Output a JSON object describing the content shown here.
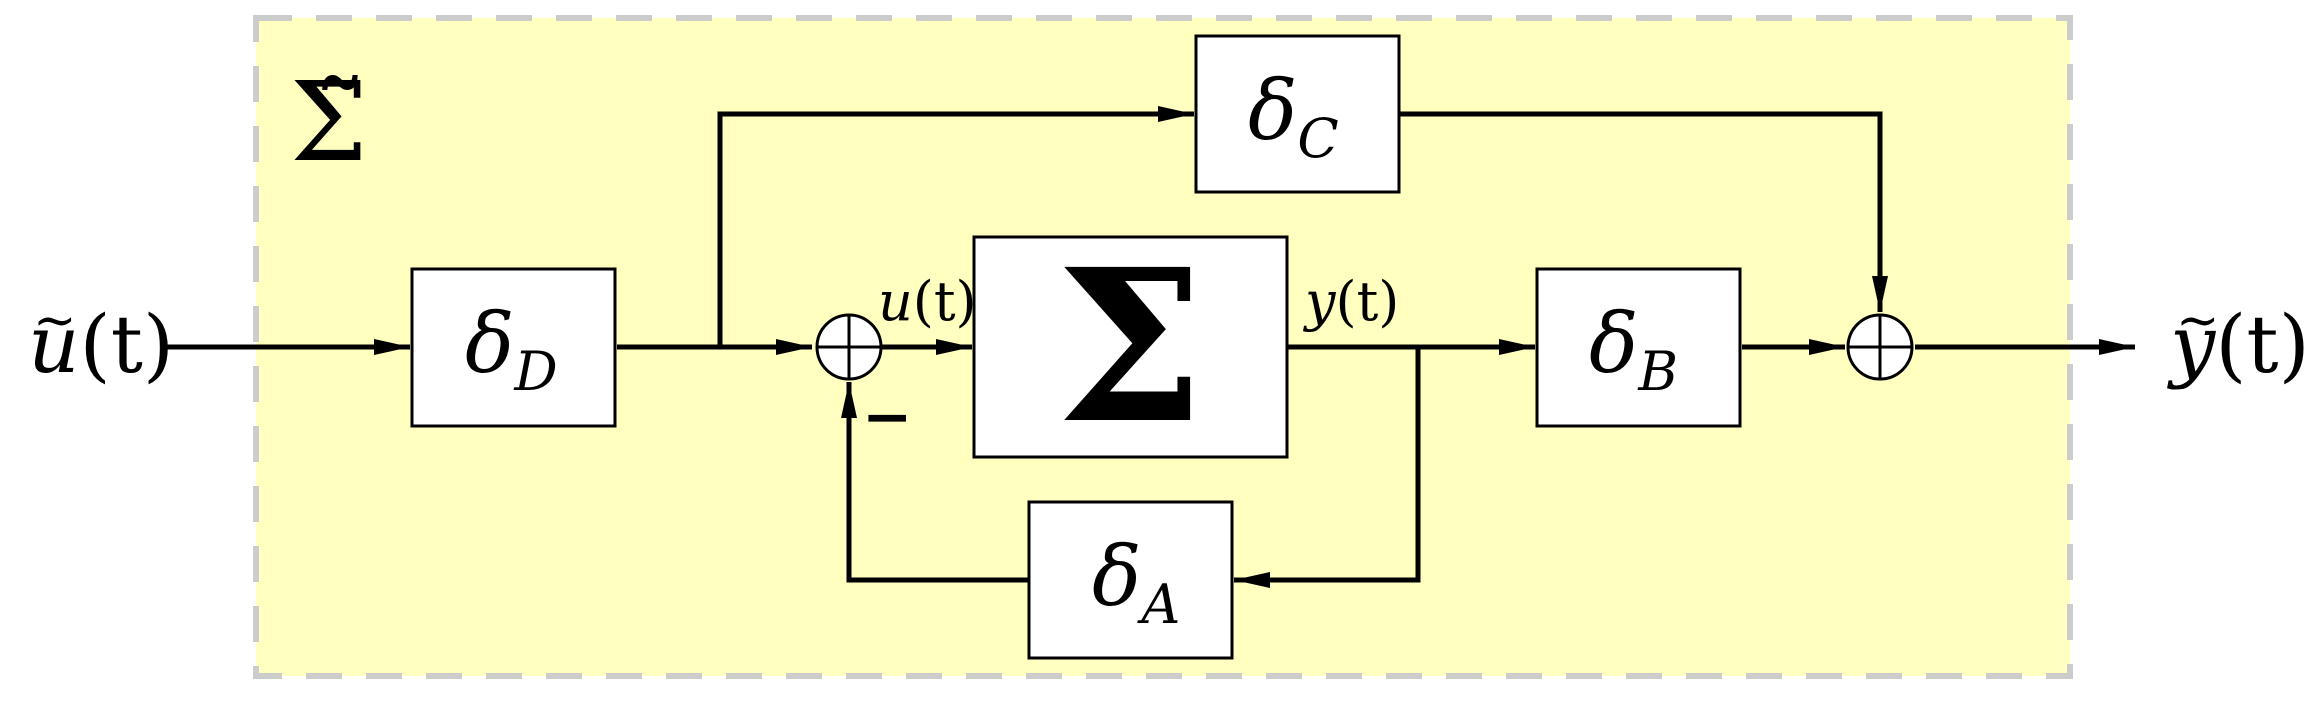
{
  "colors": {
    "region_fill": "#ffffc0",
    "region_border": "#cccccc",
    "line": "#000000",
    "block_fill": "#ffffff"
  },
  "region": {
    "symbol": "Σ̃"
  },
  "signals": {
    "input": {
      "base": "u",
      "tilde": "~",
      "arg": "(t)"
    },
    "output": {
      "base": "y",
      "tilde": "~",
      "arg": "(t)"
    },
    "internal_input": {
      "base": "u",
      "arg": "(t)"
    },
    "internal_output": {
      "base": "y",
      "arg": "(t)"
    }
  },
  "blocks": {
    "delta_D": {
      "symbol": "δ",
      "subscript": "D"
    },
    "delta_C": {
      "symbol": "δ",
      "subscript": "C"
    },
    "delta_B": {
      "symbol": "δ",
      "subscript": "B"
    },
    "delta_A": {
      "symbol": "δ",
      "subscript": "A"
    },
    "system": {
      "symbol": "Σ"
    }
  },
  "feedback_sign": "−"
}
